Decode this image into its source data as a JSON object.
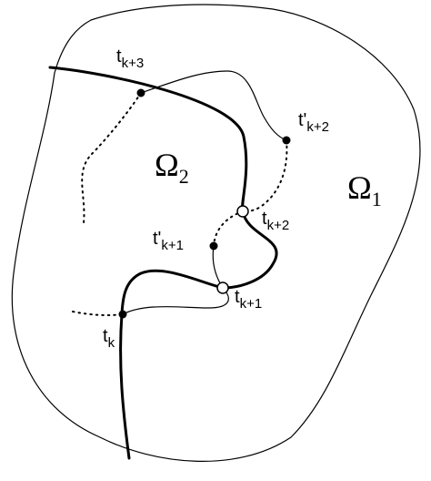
{
  "labels": {
    "tk": {
      "base": "t",
      "sub": "k"
    },
    "tk1": {
      "base": "t",
      "sub": "k+1"
    },
    "tk2": {
      "base": "t",
      "sub": "k+2"
    },
    "tk3": {
      "base": "t",
      "sub": "k+3"
    },
    "tpk1": {
      "base": "t'",
      "sub": "k+1"
    },
    "tpk2": {
      "base": "t'",
      "sub": "k+2"
    },
    "omega1": {
      "base": "Ω",
      "sub": "1"
    },
    "omega2": {
      "base": "Ω",
      "sub": "2"
    }
  }
}
